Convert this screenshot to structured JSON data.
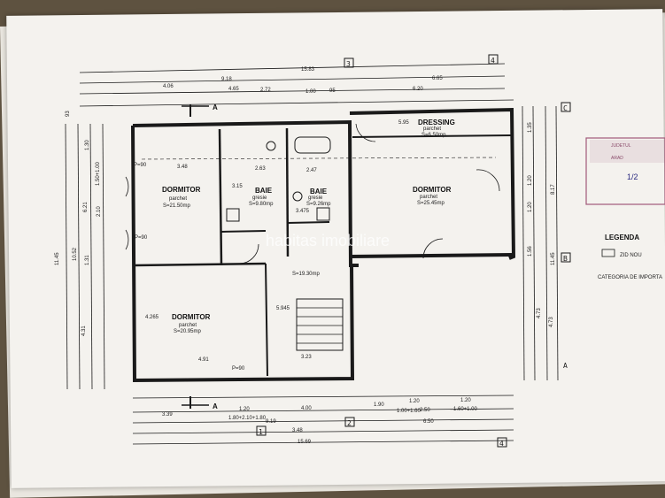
{
  "rooms": {
    "dormitor_nw": {
      "name": "DORMITOR",
      "floor": "parchet",
      "area": "S=21.50mp"
    },
    "baie_1": {
      "name": "BAIE",
      "floor": "gresie",
      "area": "S=9.80mp"
    },
    "baie_2": {
      "name": "BAIE",
      "floor": "gresie",
      "area": "S=9.26mp"
    },
    "dressing": {
      "name": "DRESSING",
      "floor": "parchet",
      "area": "S=6.50mp"
    },
    "dormitor_e": {
      "name": "DORMITOR",
      "floor": "parchet",
      "area": "S=25.45mp"
    },
    "dormitor_sw": {
      "name": "DORMITOR",
      "floor": "parchet",
      "area": "S=20.95mp"
    },
    "hol": {
      "area": "S=19.30mp"
    }
  },
  "dims_top": [
    "15.83",
    "9.18",
    "6.65",
    "4.06",
    "4.65",
    "2.72",
    "1.00",
    "95",
    "6.20"
  ],
  "dims_bottom": [
    "3.39",
    "1.20",
    "4.00",
    "1.90",
    "1.20",
    "1.20",
    "1.80+2.10+1.80",
    "1.00+1.60",
    "2.50",
    "1.60+1.00",
    "9.19",
    "3.48",
    "6.50",
    "15.69"
  ],
  "dims_left": [
    "11.45",
    "10.52",
    "6.21",
    "4.31",
    "1.30",
    "1.50+1.00",
    "2.10",
    "1.31",
    "93"
  ],
  "dims_right": [
    "1.35",
    "1.20",
    "1.20",
    "11.45",
    "8.17",
    "4.73",
    "4.73",
    "1.56"
  ],
  "interior_dims": [
    "3.48",
    "2.63",
    "2.47",
    "5.95",
    "4.91",
    "3.23",
    "4.265",
    "3.15",
    "3.475",
    "5.945",
    "P=90",
    "P=90",
    "P=90"
  ],
  "axes": {
    "a": "A",
    "b": "B",
    "c": "C",
    "n1": "1",
    "n2": "2",
    "n3": "3",
    "n4": "4"
  },
  "section_marks": [
    "A",
    "A"
  ],
  "legend": {
    "title": "LEGENDA",
    "new_wall": "ZID NOU",
    "category": "CATEGORIA DE IMPORTA"
  },
  "watermark": "habitas imobiliare",
  "stamp": {
    "line1": "JUDETUL",
    "line2": "ARAD",
    "number": "1/2"
  }
}
